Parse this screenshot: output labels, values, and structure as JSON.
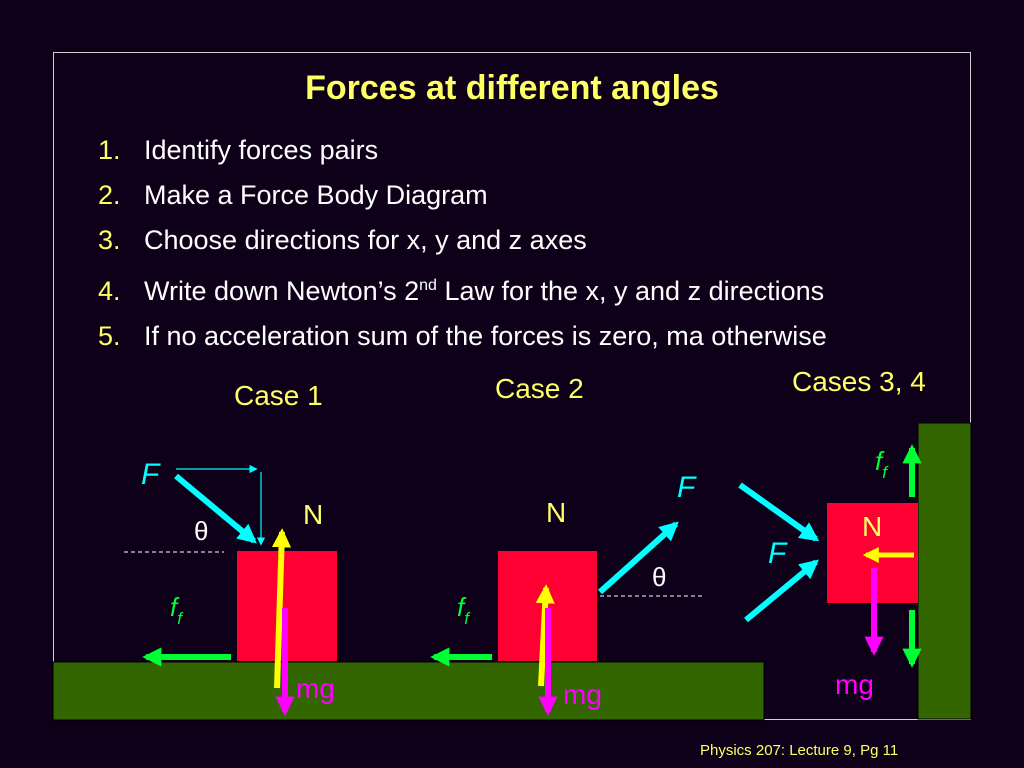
{
  "slide": {
    "title": "Forces at different angles",
    "steps": [
      {
        "num": "1.",
        "text": "Identify forces pairs"
      },
      {
        "num": "2.",
        "text": "Make a Force Body Diagram"
      },
      {
        "num": "3.",
        "text": "Choose directions for x, y and z axes"
      },
      {
        "num": "4.",
        "text_before": "Write down Newton’s 2",
        "sup": "nd",
        "text_after": " Law for the x, y and z directions"
      },
      {
        "num": "5.",
        "text": "If no acceleration sum of the forces is zero, ma otherwise"
      }
    ],
    "footer": "Physics 207: Lecture 9, Pg 11"
  },
  "cases": {
    "case1": "Case 1",
    "case2": "Case 2",
    "case34": "Cases 3, 4"
  },
  "labels": {
    "F": "F",
    "N": "N",
    "theta": "θ",
    "f": "f",
    "f_sub": "f",
    "mg": "mg"
  },
  "colors": {
    "background": "#0d0018",
    "title": "#ffff66",
    "ground": "#336600",
    "block": "#ff0033",
    "applied_force": "#00ffff",
    "normal_force": "#ffff00",
    "friction": "#00ff33",
    "weight": "#ff00ff"
  }
}
